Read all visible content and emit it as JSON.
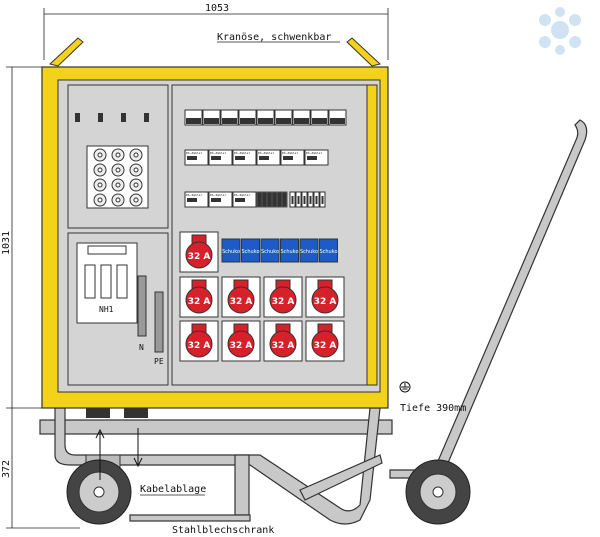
{
  "dimensions": {
    "width": "1053",
    "height_cabinet": "1031",
    "height_base": "372",
    "depth": "Tiefe 390mm"
  },
  "labels": {
    "crane_eye": "Kranöse, schwenkbar",
    "cable_storage": "Kabelablage",
    "cabinet_type": "Stahlblechschrank",
    "main_switch": "NH1",
    "neutral": "N",
    "protective_earth": "PE",
    "meter_label": "DS-Zähler"
  },
  "sockets": {
    "cee_label": "32 A",
    "cee_count": 9,
    "schuko_label": "Schuko",
    "schuko_count": 6
  },
  "colors": {
    "frame": "#f2d21a",
    "panel": "#d4d4d4",
    "cee": "#d6202a",
    "schuko": "#1e5bc6",
    "watermark": "#cfe3f5"
  }
}
